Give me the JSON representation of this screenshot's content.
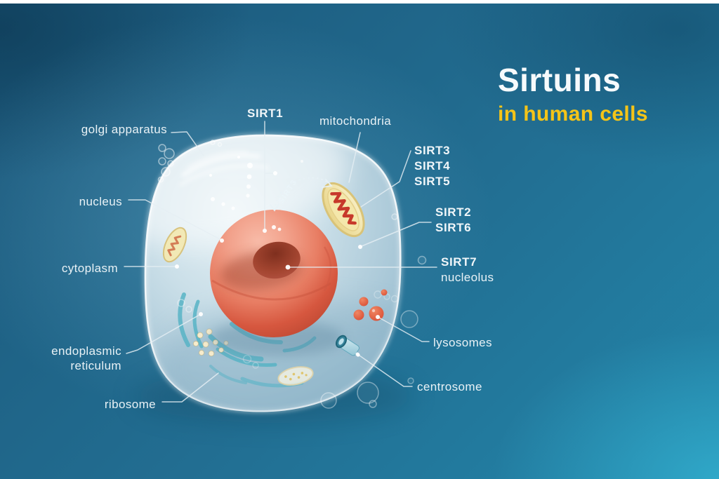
{
  "title": {
    "main": "Sirtuins",
    "subtitle": "in human cells"
  },
  "cell_labels": {
    "golgi": "golgi apparatus",
    "nucleus": "nucleus",
    "cytoplasm": "cytoplasm",
    "er": "endoplasmic reticulum",
    "ribosome": "ribosome",
    "mitochondria": "mitochondria",
    "lysosomes": "lysosomes",
    "centrosome": "centrosome",
    "nucleolus": "nucleolus"
  },
  "sirtuin_labels": {
    "sirt1": "SIRT1",
    "sirt2": "SIRT2",
    "sirt3": "SIRT3",
    "sirt4": "SIRT4",
    "sirt5": "SIRT5",
    "sirt6": "SIRT6",
    "sirt7": "SIRT7",
    "sirt3_shuttle_arrow": "SIRT3"
  },
  "colors": {
    "background_teal": "#226e92",
    "accent_yellow": "#f4c418",
    "label_white": "#e9f2f6",
    "nucleus_salmon": "#e87e64",
    "mitochondria_yellow": "#f1e4a9",
    "cristae_red": "#c7392b",
    "er_teal": "#58b4c6",
    "lysosome_red": "#d94f35"
  }
}
